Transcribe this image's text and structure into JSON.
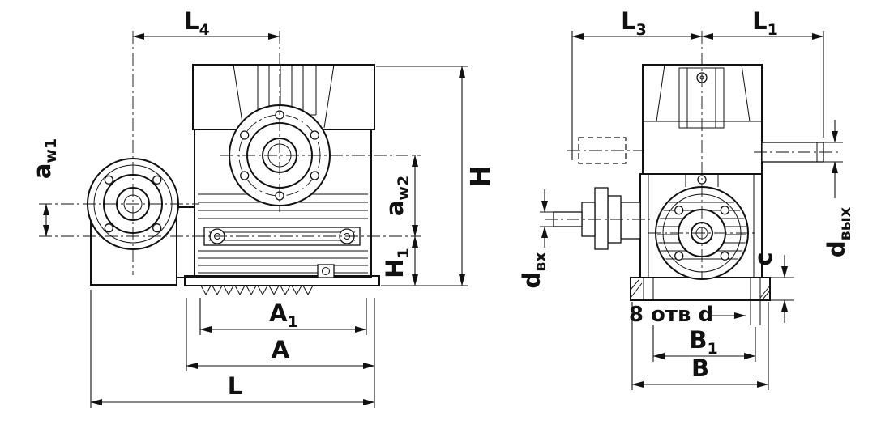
{
  "colors": {
    "line": "#111111",
    "background": "#ffffff"
  },
  "labels": {
    "l4": {
      "main": "L",
      "sub": "4"
    },
    "l3": {
      "main": "L",
      "sub": "3"
    },
    "l1": {
      "main": "L",
      "sub": "1"
    },
    "aw1": {
      "main": "a",
      "sub": "w1"
    },
    "aw2": {
      "main": "a",
      "sub": "w2"
    },
    "h": {
      "main": "H",
      "sub": ""
    },
    "h1": {
      "main": "H",
      "sub": "1"
    },
    "a1": {
      "main": "A",
      "sub": "1"
    },
    "a": {
      "main": "A",
      "sub": ""
    },
    "l": {
      "main": "L",
      "sub": ""
    },
    "d_in": {
      "main": "d",
      "sub": "вх"
    },
    "d_out": {
      "main": "d",
      "sub": "вых"
    },
    "c": {
      "main": "c",
      "sub": ""
    },
    "b1": {
      "main": "B",
      "sub": "1"
    },
    "b": {
      "main": "B",
      "sub": ""
    },
    "holes": "8 отв d"
  }
}
